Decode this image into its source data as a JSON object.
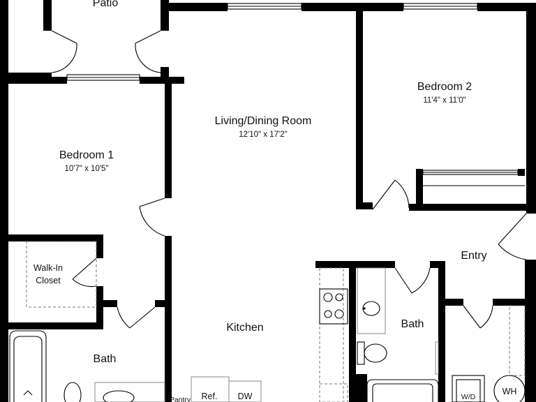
{
  "rooms": {
    "patio": {
      "name": "Patio"
    },
    "living": {
      "name": "Living/Dining Room",
      "dims": "12'10\" x 17'2\""
    },
    "bedroom1": {
      "name": "Bedroom 1",
      "dims": "10'7\" x 10'5\""
    },
    "bedroom2": {
      "name": "Bedroom 2",
      "dims": "11'4\" x 11'0\""
    },
    "walkin": {
      "line1": "Walk-In",
      "line2": "Closet"
    },
    "kitchen": {
      "name": "Kitchen"
    },
    "bath1": {
      "name": "Bath"
    },
    "bath2": {
      "name": "Bath"
    },
    "entry": {
      "name": "Entry"
    }
  },
  "fixtures": {
    "pantry": "Pantry",
    "ref": "Ref.",
    "dw": "DW",
    "wd": "W/D",
    "wh": "WH"
  },
  "colors": {
    "wall": "#000000",
    "background": "#ffffff",
    "fixture_line": "#8a8a8a"
  }
}
